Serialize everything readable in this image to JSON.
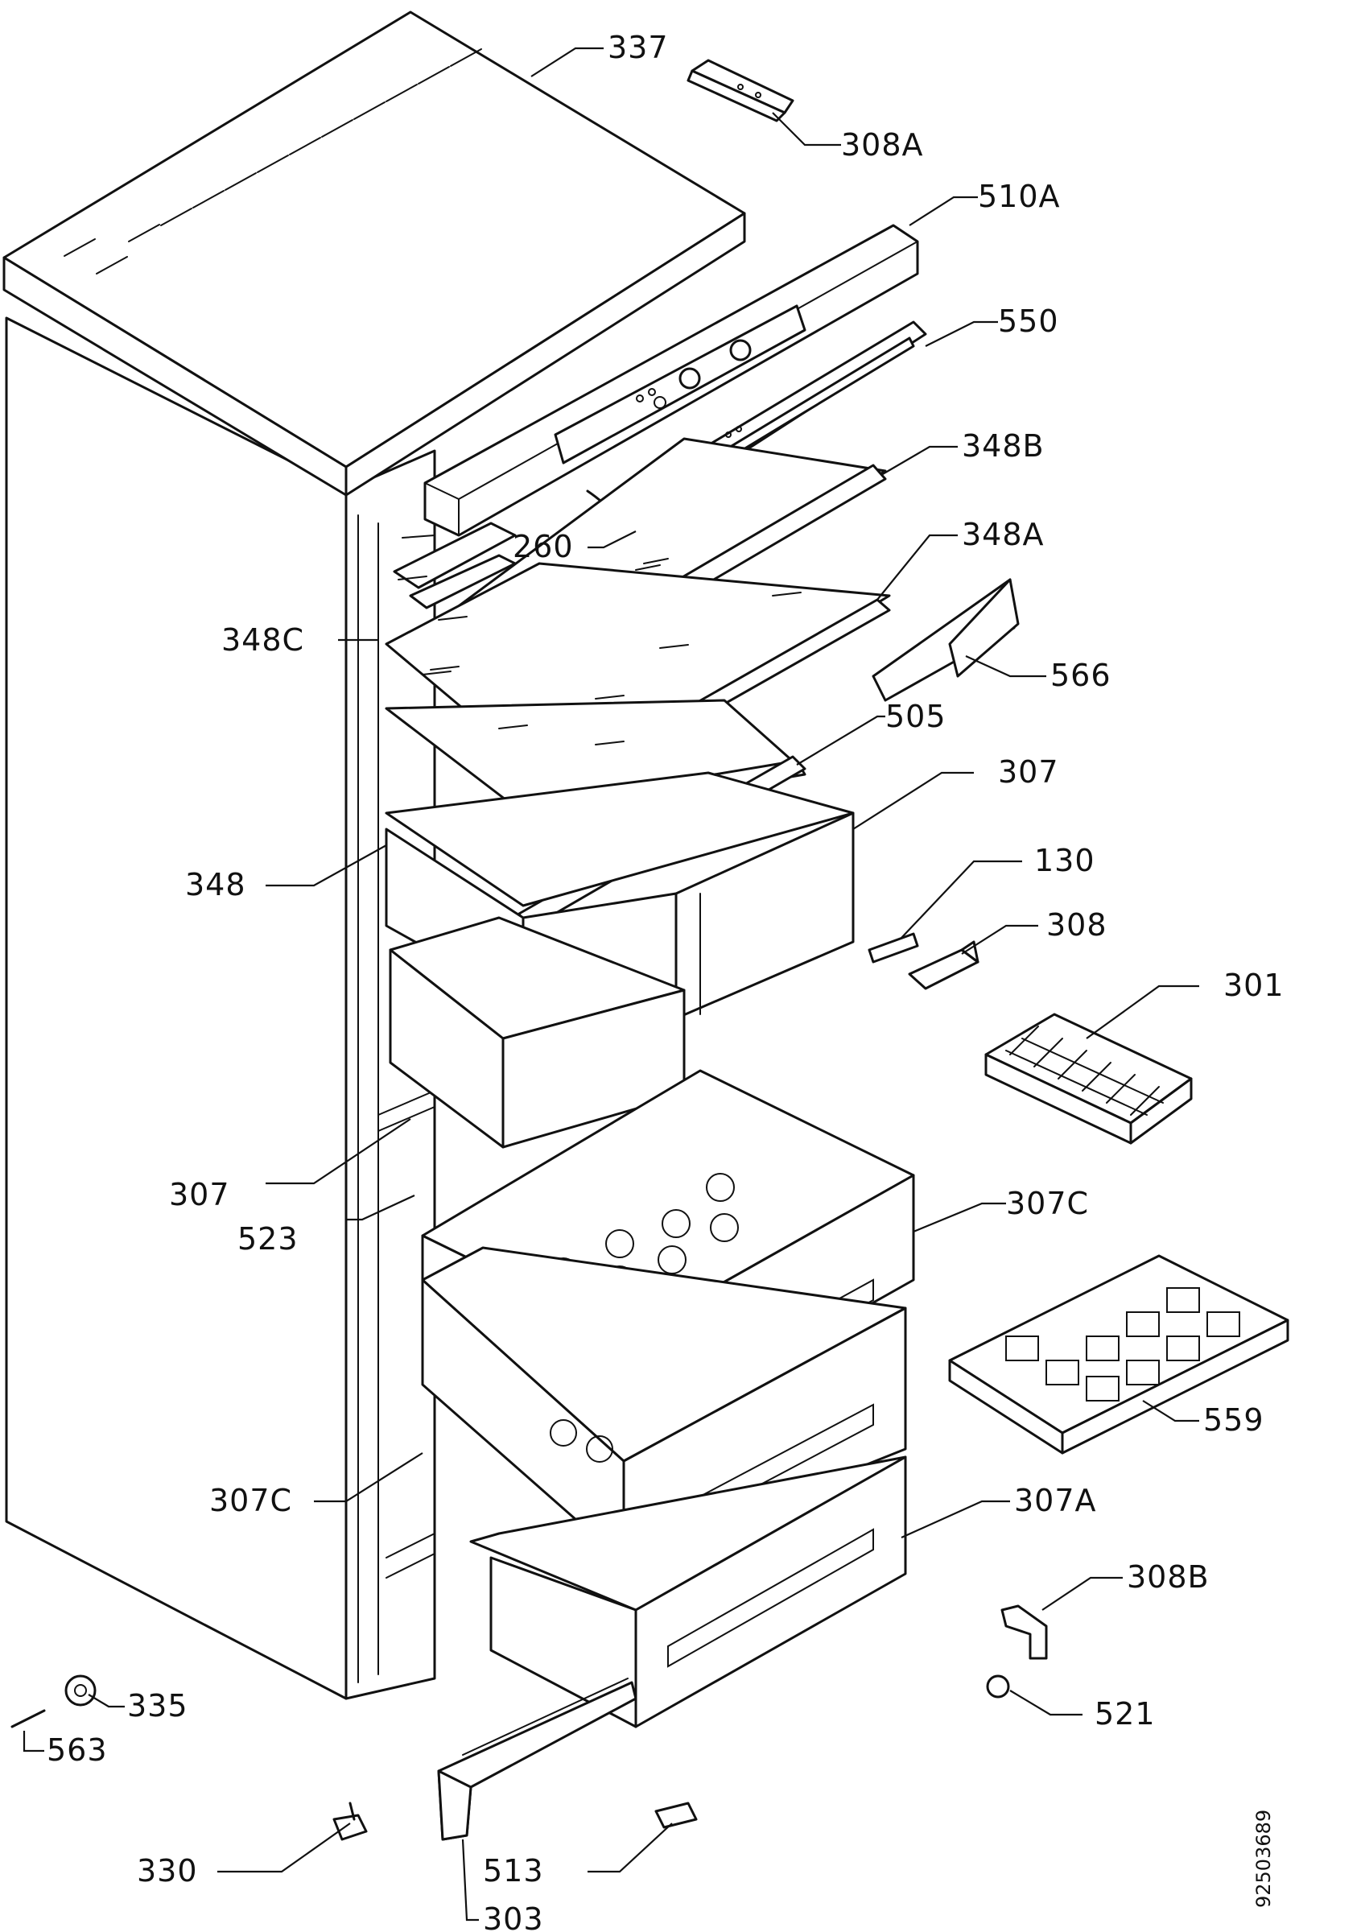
{
  "diagram": {
    "doc_number": "92503689",
    "labels": {
      "l337": "337",
      "l308A": "308A",
      "l510A": "510A",
      "l550": "550",
      "l348B": "348B",
      "l348A": "348A",
      "l260": "260",
      "l348C": "348C",
      "l566": "566",
      "l505": "505",
      "l307top": "307",
      "l348": "348",
      "l130": "130",
      "l308": "308",
      "l301": "301",
      "l307left": "307",
      "l523": "523",
      "l307C_right": "307C",
      "l559": "559",
      "l307C_left": "307C",
      "l307A": "307A",
      "l308B": "308B",
      "l335": "335",
      "l563": "563",
      "l521": "521",
      "l330": "330",
      "l513": "513",
      "l303": "303"
    }
  }
}
